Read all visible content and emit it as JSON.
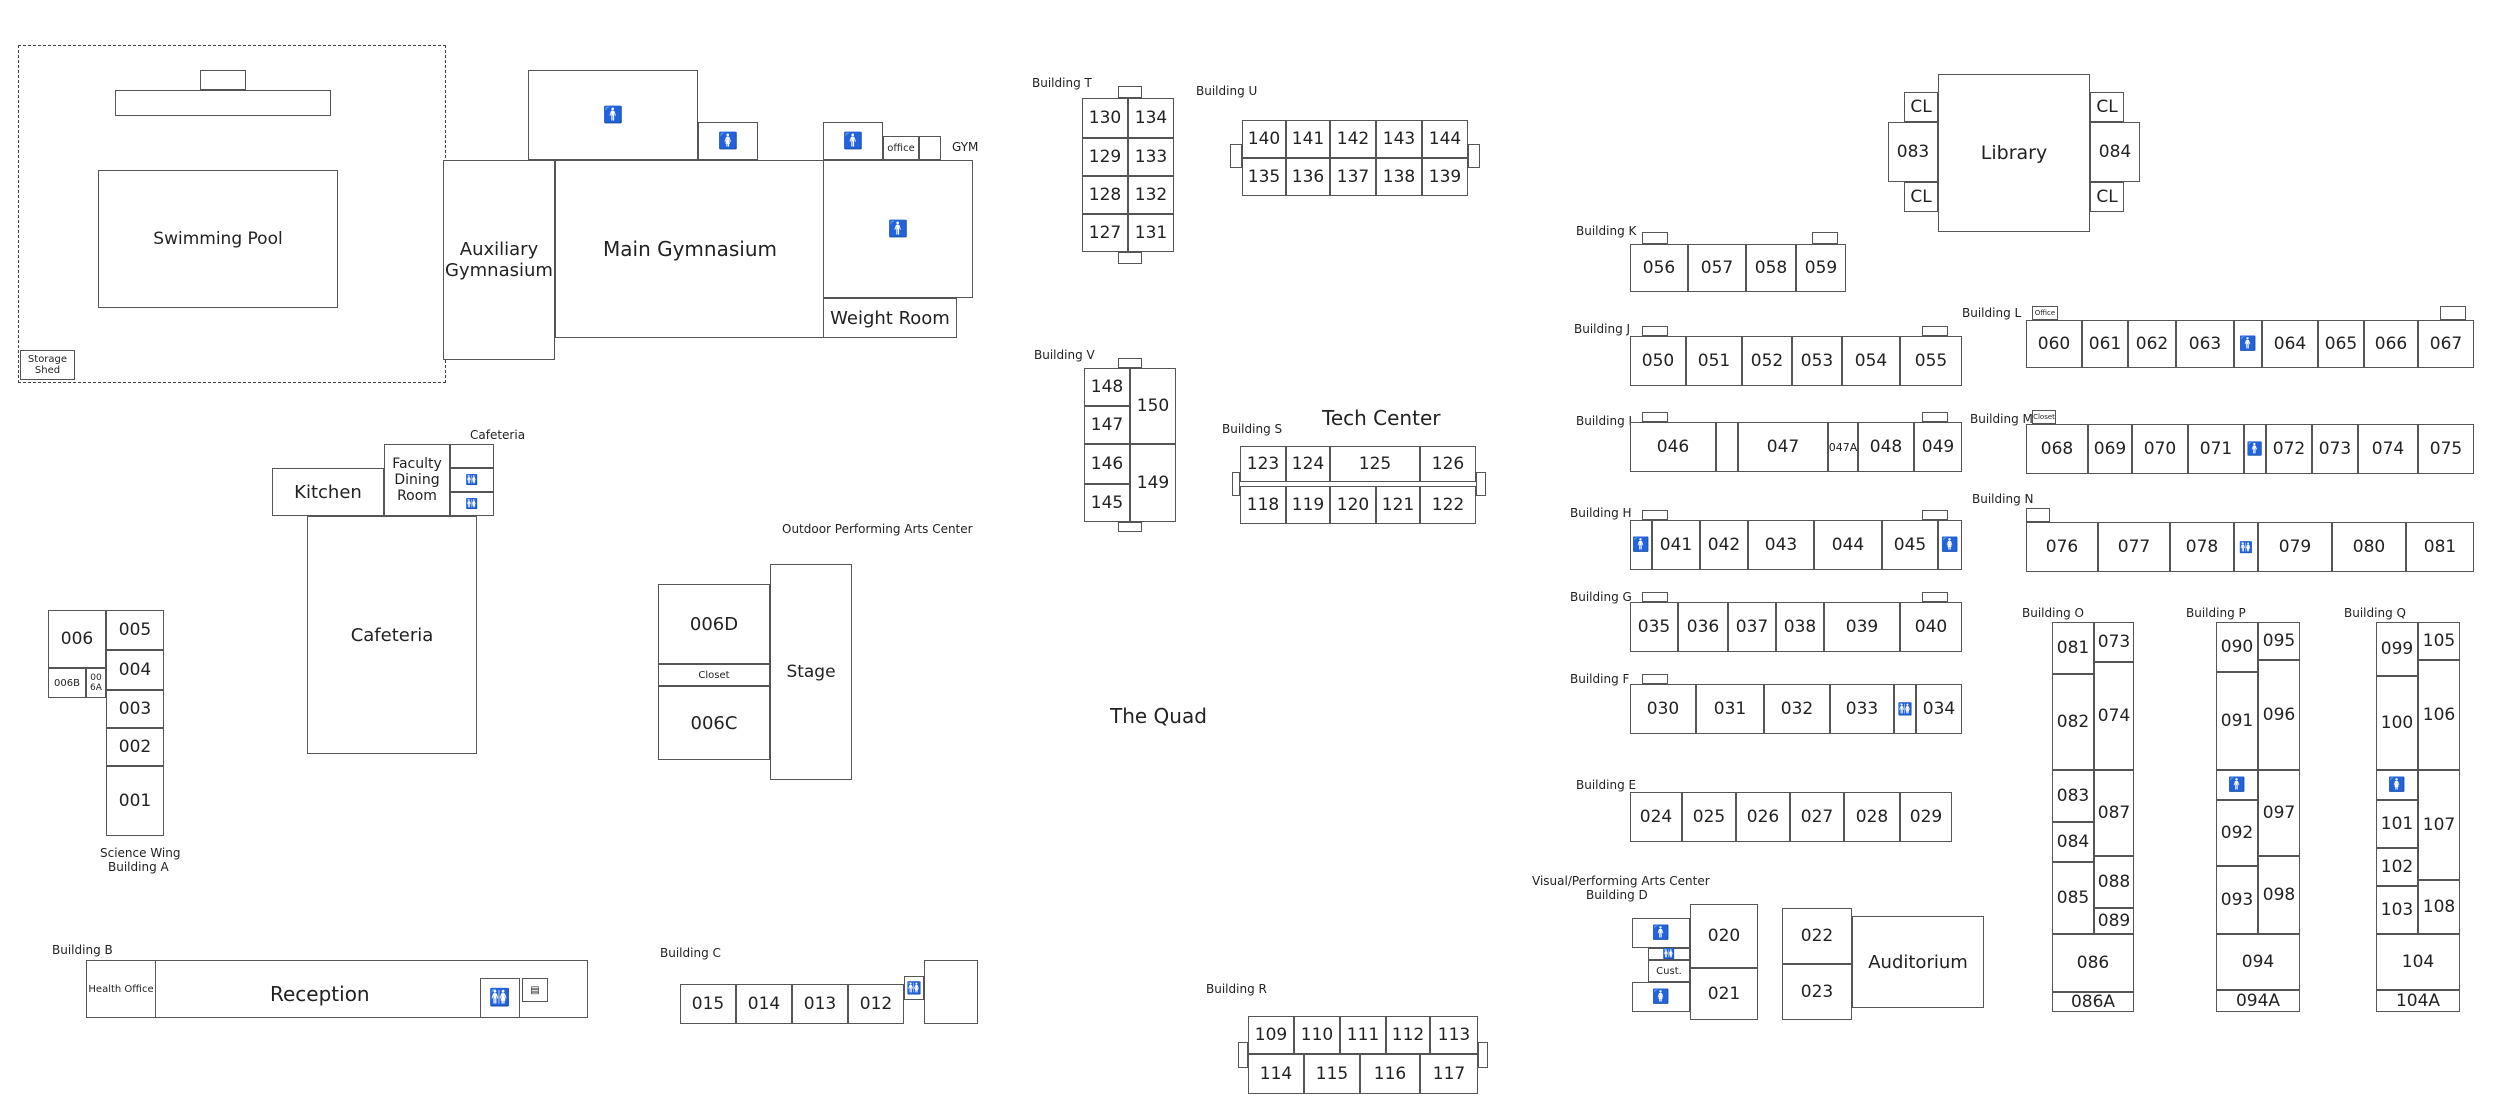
{
  "pool": {
    "label": "Swimming Pool",
    "storage": "Storage Shed"
  },
  "gym": {
    "aux": "Auxiliary Gymnasium",
    "main": "Main Gymnasium",
    "weight": "Weight Room",
    "office": "office",
    "gym": "GYM"
  },
  "cafeteria": {
    "kitchen": "Kitchen",
    "faculty": "Faculty Dining Room",
    "cafeteria": "Cafeteria",
    "label": "Cafeteria"
  },
  "science": {
    "label1": "Science Wing",
    "label2": "Building A",
    "rooms": [
      "006",
      "005",
      "004",
      "006B",
      "00 6A",
      "003",
      "002",
      "001"
    ]
  },
  "buildingB": {
    "label": "Building B",
    "health": "Health Office",
    "reception": "Reception"
  },
  "buildingC": {
    "label": "Building C",
    "rooms": [
      "015",
      "014",
      "013",
      "012"
    ]
  },
  "opac": {
    "label": "Outdoor Performing Arts Center",
    "r1": "006D",
    "closet": "Closet",
    "r2": "006C",
    "stage": "Stage"
  },
  "quad": "The Quad",
  "buildingT": {
    "label": "Building T",
    "rooms": [
      "130",
      "134",
      "129",
      "133",
      "128",
      "132",
      "127",
      "131"
    ]
  },
  "buildingU": {
    "label": "Building U",
    "rooms": [
      "140",
      "141",
      "142",
      "143",
      "144",
      "135",
      "136",
      "137",
      "138",
      "139"
    ]
  },
  "buildingV": {
    "label": "Building V",
    "rooms": [
      "148",
      "147",
      "146",
      "145",
      "150",
      "149"
    ]
  },
  "buildingS": {
    "label": "Building S",
    "tech": "Tech Center",
    "rooms": [
      "123",
      "124",
      "125",
      "126",
      "118",
      "119",
      "120",
      "121",
      "122"
    ]
  },
  "buildingR": {
    "label": "Building R",
    "rooms": [
      "109",
      "110",
      "111",
      "112",
      "113",
      "114",
      "115",
      "116",
      "117"
    ]
  },
  "library": {
    "label": "Library",
    "cl": "CL",
    "r1": "083",
    "r2": "084"
  },
  "buildingK": {
    "label": "Building K",
    "rooms": [
      "056",
      "057",
      "058",
      "059"
    ]
  },
  "buildingJ": {
    "label": "Building J",
    "rooms": [
      "050",
      "051",
      "052",
      "053",
      "054",
      "055"
    ]
  },
  "buildingI": {
    "label": "Building I",
    "rooms": [
      "046",
      "047",
      "047A",
      "048",
      "049"
    ]
  },
  "buildingH": {
    "label": "Building H",
    "rooms": [
      "041",
      "042",
      "043",
      "044",
      "045"
    ]
  },
  "buildingG": {
    "label": "Building G",
    "rooms": [
      "035",
      "036",
      "037",
      "038",
      "039",
      "040"
    ]
  },
  "buildingF": {
    "label": "Building F",
    "rooms": [
      "030",
      "031",
      "032",
      "033",
      "034"
    ]
  },
  "buildingE": {
    "label": "Building E",
    "rooms": [
      "024",
      "025",
      "026",
      "027",
      "028",
      "029"
    ]
  },
  "buildingD": {
    "label1": "Visual/Performing Arts Center",
    "label2": "Building D",
    "rooms": [
      "020",
      "021",
      "022",
      "023"
    ],
    "cust": "Cust.",
    "aud": "Auditorium"
  },
  "buildingL": {
    "label": "Building L",
    "office": "Office",
    "rooms": [
      "060",
      "061",
      "062",
      "063",
      "064",
      "065",
      "066",
      "067"
    ]
  },
  "buildingM": {
    "label": "Building M",
    "closet": "Closet",
    "rooms": [
      "068",
      "069",
      "070",
      "071",
      "072",
      "073",
      "074",
      "075"
    ]
  },
  "buildingN": {
    "label": "Building N",
    "rooms": [
      "076",
      "077",
      "078",
      "079",
      "080",
      "081"
    ]
  },
  "buildingO": {
    "label": "Building O",
    "rooms": [
      "081",
      "073",
      "082",
      "074",
      "083",
      "087",
      "084",
      "085",
      "088",
      "089",
      "086",
      "086A"
    ]
  },
  "buildingP": {
    "label": "Building P",
    "rooms": [
      "090",
      "095",
      "091",
      "096",
      "092",
      "097",
      "093",
      "098",
      "094",
      "094A"
    ]
  },
  "buildingQ": {
    "label": "Building Q",
    "rooms": [
      "099",
      "105",
      "100",
      "106",
      "101",
      "107",
      "102",
      "103",
      "108",
      "104",
      "104A"
    ]
  },
  "icons": {
    "restroom": "restroom-icon",
    "wc": "wc-icon"
  }
}
